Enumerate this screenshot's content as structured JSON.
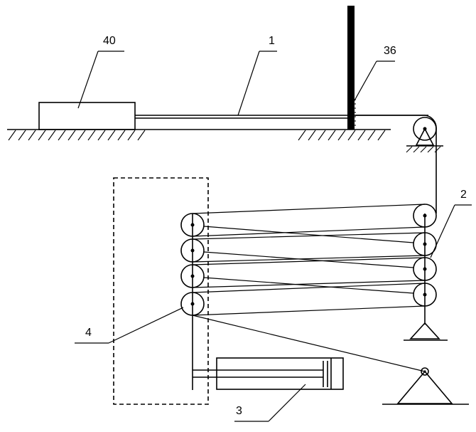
{
  "labels": {
    "part_40": "40",
    "part_1": "1",
    "part_36": "36",
    "part_2": "2",
    "part_4": "4",
    "part_3": "3"
  }
}
